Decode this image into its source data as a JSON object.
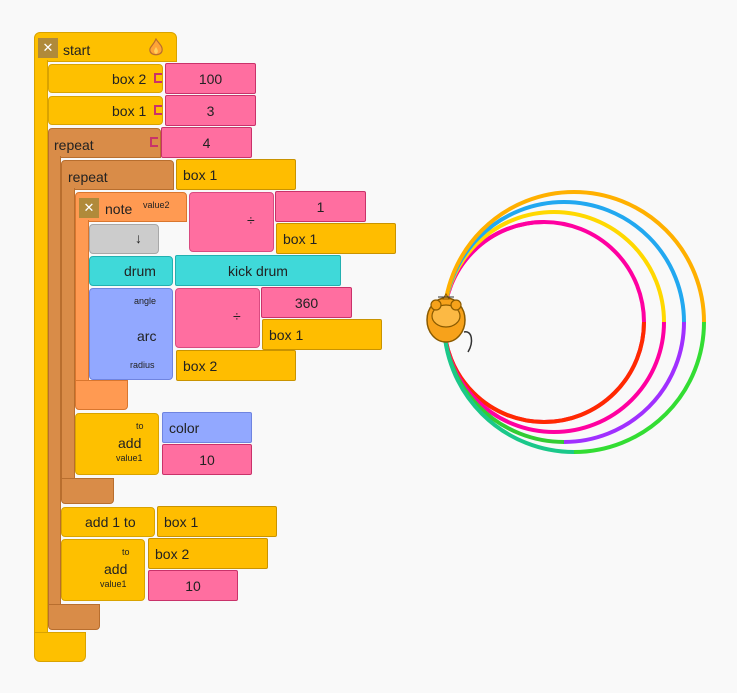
{
  "colors": {
    "start": "#fec000",
    "repeat": "#d98c48",
    "number": "#ff6ea0",
    "box": "#ffbd00",
    "drum": "#3fd9d9",
    "arc": "#92a8ff",
    "note": "#ff9a52"
  },
  "start": {
    "label": "start"
  },
  "box2_set": {
    "label": "box 2",
    "value": "100"
  },
  "box1_set": {
    "label": "box 1",
    "value": "3"
  },
  "repeat_outer": {
    "label": "repeat",
    "value": "4"
  },
  "repeat_inner": {
    "label": "repeat",
    "value": "box 1"
  },
  "note": {
    "label": "note",
    "param_label": "value2",
    "numerator": "1",
    "divide": "÷",
    "denominator": "box 1"
  },
  "flat": {
    "label": "↓"
  },
  "drum": {
    "label": "drum",
    "value": "kick drum"
  },
  "arc": {
    "label": "arc",
    "angle_label": "angle",
    "radius_label": "radius",
    "angle_num": "360",
    "divide": "÷",
    "angle_den": "box 1",
    "radius_value": "box 2"
  },
  "add_color": {
    "label": "add",
    "to_label": "to",
    "value_label": "value1",
    "to": "color",
    "value": "10"
  },
  "add_one": {
    "label": "add 1 to",
    "value": "box 1"
  },
  "add_box2": {
    "label": "add",
    "to_label": "to",
    "value_label": "value1",
    "to": "box 2",
    "value": "10"
  },
  "turtle": {
    "icon": "mouse-turtle-icon"
  }
}
